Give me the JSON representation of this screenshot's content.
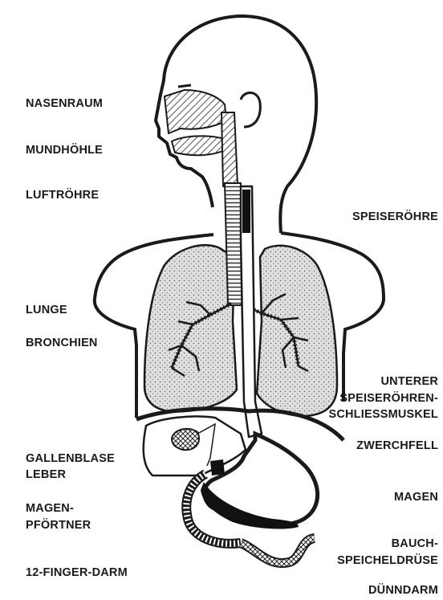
{
  "labels": {
    "nasenraum": "NASENRAUM",
    "mundhoehle": "MUNDHÖHLE",
    "luftroehre": "LUFTRÖHRE",
    "speiseroehre": "SPEISERÖHRE",
    "lunge": "LUNGE",
    "bronchien": "BRONCHIEN",
    "schliessmuskel_1": "UNTERER",
    "schliessmuskel_2": "SPEISERÖHREN-",
    "schliessmuskel_3": "SCHLIESSMUSKEL",
    "zwerchfell": "ZWERCHFELL",
    "gallenblase": "GALLENBLASE",
    "leber": "LEBER",
    "magen": "MAGEN",
    "magenpfoertner_1": "MAGEN-",
    "magenpfoertner_2": "PFÖRTNER",
    "bauchspeichel_1": "BAUCH-",
    "bauchspeichel_2": "SPEICHELDRÜSE",
    "zwoelffinger": "12-FINGER-DARM",
    "duenndarm": "DÜNNDARM"
  },
  "colors": {
    "line": "#1a1a1a",
    "lung_fill": "#d9d9d9",
    "dark_organ": "#111111"
  }
}
